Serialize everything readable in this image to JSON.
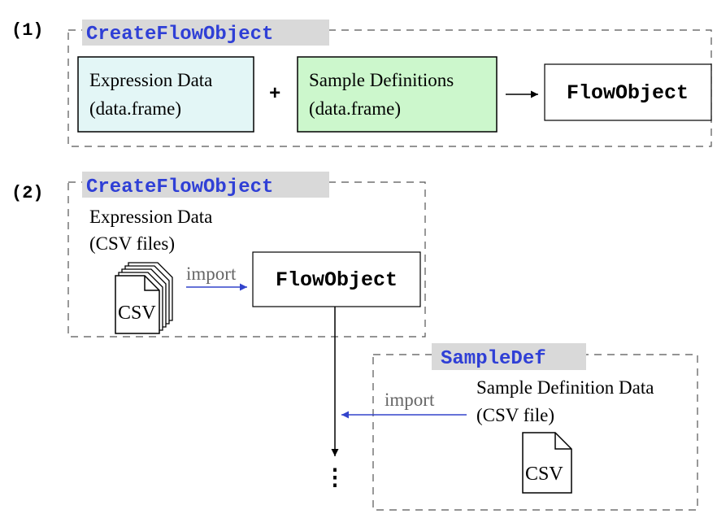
{
  "section1": {
    "step_label": "(1)",
    "function_label": "CreateFlowObject",
    "expression_box": {
      "line1": "Expression Data",
      "line2": "(data.frame)"
    },
    "plus_sign": "+",
    "sample_box": {
      "line1": "Sample Definitions",
      "line2": "(data.frame)"
    },
    "output_label": "FlowObject"
  },
  "section2": {
    "step_label": "(2)",
    "function_label": "CreateFlowObject",
    "expression_text": {
      "line1": "Expression Data",
      "line2": "(CSV files)"
    },
    "csv_stack_label": "CSV",
    "import_label": "import",
    "output_label": "FlowObject"
  },
  "section3": {
    "function_label": "SampleDef",
    "sample_text": {
      "line1": "Sample Definition Data",
      "line2": "(CSV file)"
    },
    "import_label": "import",
    "csv_label": "CSV",
    "continuation": "⋮"
  },
  "colors": {
    "function_label_text": "#2f3fd6",
    "function_label_bg": "#d9d9d9",
    "expression_box_fill": "#e3f6f6",
    "sample_box_fill": "#ccf7cc",
    "import_arrow": "#3344cc",
    "import_text": "#666666"
  }
}
